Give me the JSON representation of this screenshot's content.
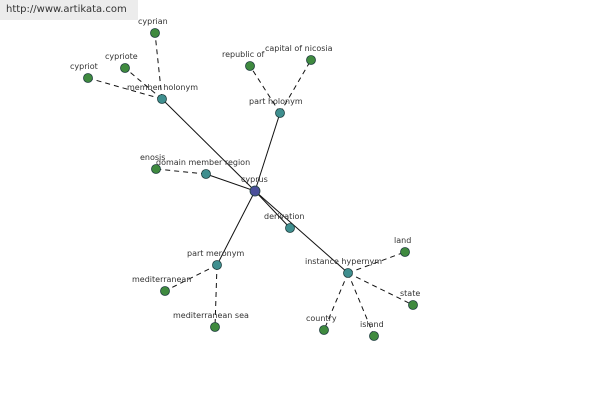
{
  "banner": {
    "url": "http://www.artikata.com"
  },
  "colors": {
    "root_node": "#4a4f9a",
    "relation_node": "#3f8f8f",
    "leaf_node": "#3f8a3f",
    "solid_edge": "#111111",
    "dashed_edge": "#111111"
  },
  "graph": {
    "root": {
      "id": "root",
      "label": "cyprus"
    },
    "relations": [
      {
        "id": "rel-member-holonym",
        "label": "member holonym"
      },
      {
        "id": "rel-part-holonym",
        "label": "part holonym"
      },
      {
        "id": "rel-domain-member-region",
        "label": "domain member region"
      },
      {
        "id": "rel-derivation",
        "label": "derivation"
      },
      {
        "id": "rel-part-meronym",
        "label": "part meronym"
      },
      {
        "id": "rel-instance-hypernym",
        "label": "instance hypernym"
      }
    ],
    "leaves": [
      {
        "id": "leaf-cyprian",
        "label": "cyprian",
        "parent": "rel-member-holonym"
      },
      {
        "id": "leaf-cypriote",
        "label": "cypriote",
        "parent": "rel-member-holonym"
      },
      {
        "id": "leaf-cypriot",
        "label": "cypriot",
        "parent": "rel-member-holonym"
      },
      {
        "id": "leaf-republic-of",
        "label": "republic of",
        "parent": "rel-part-holonym"
      },
      {
        "id": "leaf-capital-of-nicosia",
        "label": "capital of nicosia",
        "parent": "rel-part-holonym"
      },
      {
        "id": "leaf-enosis",
        "label": "enosis",
        "parent": "rel-domain-member-region"
      },
      {
        "id": "leaf-mediterranean",
        "label": "mediterranean",
        "parent": "rel-part-meronym"
      },
      {
        "id": "leaf-mediterranean-sea",
        "label": "mediterranean sea",
        "parent": "rel-part-meronym"
      },
      {
        "id": "leaf-land",
        "label": "land",
        "parent": "rel-instance-hypernym"
      },
      {
        "id": "leaf-state",
        "label": "state",
        "parent": "rel-instance-hypernym"
      },
      {
        "id": "leaf-island",
        "label": "island",
        "parent": "rel-instance-hypernym"
      },
      {
        "id": "leaf-country",
        "label": "country",
        "parent": "rel-instance-hypernym"
      }
    ]
  }
}
